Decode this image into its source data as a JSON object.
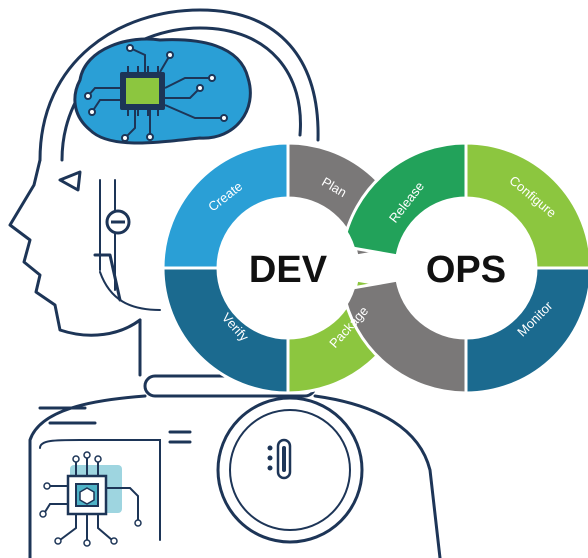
{
  "diagram": {
    "center_left": "DEV",
    "center_right": "OPS",
    "stages": [
      {
        "label": "Create",
        "color": "#2a9fd6"
      },
      {
        "label": "Plan",
        "color": "#7a7878"
      },
      {
        "label": "Package",
        "color": "#8cc63f"
      },
      {
        "label": "Verify",
        "color": "#1b6a8f"
      },
      {
        "label": "Release",
        "color": "#22a25a"
      },
      {
        "label": "Configure",
        "color": "#8cc63f"
      },
      {
        "label": "Monitor",
        "color": "#1b6a8f"
      }
    ]
  },
  "colors": {
    "outline": "#1d3557",
    "brain_fill": "#2a9fd6",
    "chip_fill": "#8cc63f",
    "chest_chip_fill": "#4fb3c7"
  }
}
